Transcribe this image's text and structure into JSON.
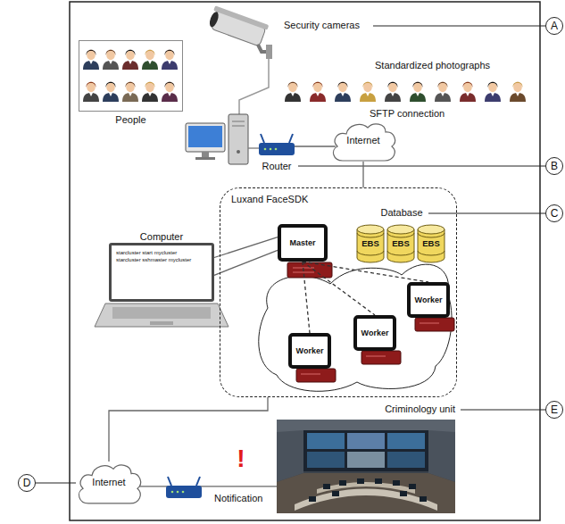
{
  "diagram": {
    "nodes": [
      {
        "text": [
          "People"
        ]
      },
      {
        "text": [
          "Router"
        ]
      },
      {
        "text": [
          "Internet"
        ]
      },
      {
        "text": [
          "Computer",
          "starcluster start mycluster",
          "starcluster sshmaster mycluster"
        ]
      },
      {
        "text": [
          "Luxand FaceSDK"
        ]
      },
      {
        "text": [
          "Master"
        ],
        "in": 4
      },
      {
        "text": [
          "EBS"
        ],
        "in": 4
      },
      {
        "text": [
          "EBS"
        ],
        "in": 4
      },
      {
        "text": [
          "EBS"
        ],
        "in": 4
      },
      {
        "text": [
          "Worker"
        ],
        "in": 4
      },
      {
        "text": [
          "Worker"
        ],
        "in": 4
      },
      {
        "text": [
          "Worker"
        ],
        "in": 4
      },
      {
        "text": [
          "Internet"
        ]
      },
      {
        "text": [
          "Criminology unit"
        ]
      }
    ],
    "edges": [
      {
        "from": 1,
        "to": 2,
        "arrow": "none"
      },
      {
        "from": 2,
        "to": 4,
        "arrow": "none"
      },
      {
        "from": 3,
        "to": 5,
        "arrow": "none"
      },
      {
        "from": 3,
        "to": 5,
        "arrow": "none"
      },
      {
        "from": 5,
        "to": 9,
        "arrow": "none"
      },
      {
        "from": 5,
        "to": 10,
        "arrow": "none"
      },
      {
        "from": 5,
        "to": 11,
        "arrow": "none"
      },
      {
        "from": 4,
        "to": 12,
        "arrow": "none"
      },
      {
        "from": 12,
        "to": 13,
        "arrow": "none"
      }
    ],
    "labels": [
      "Security cameras",
      "A",
      "Standardized photographs",
      "SFTP connection",
      "B",
      "Database",
      "C",
      "!",
      "D",
      "Notification",
      "E"
    ]
  }
}
